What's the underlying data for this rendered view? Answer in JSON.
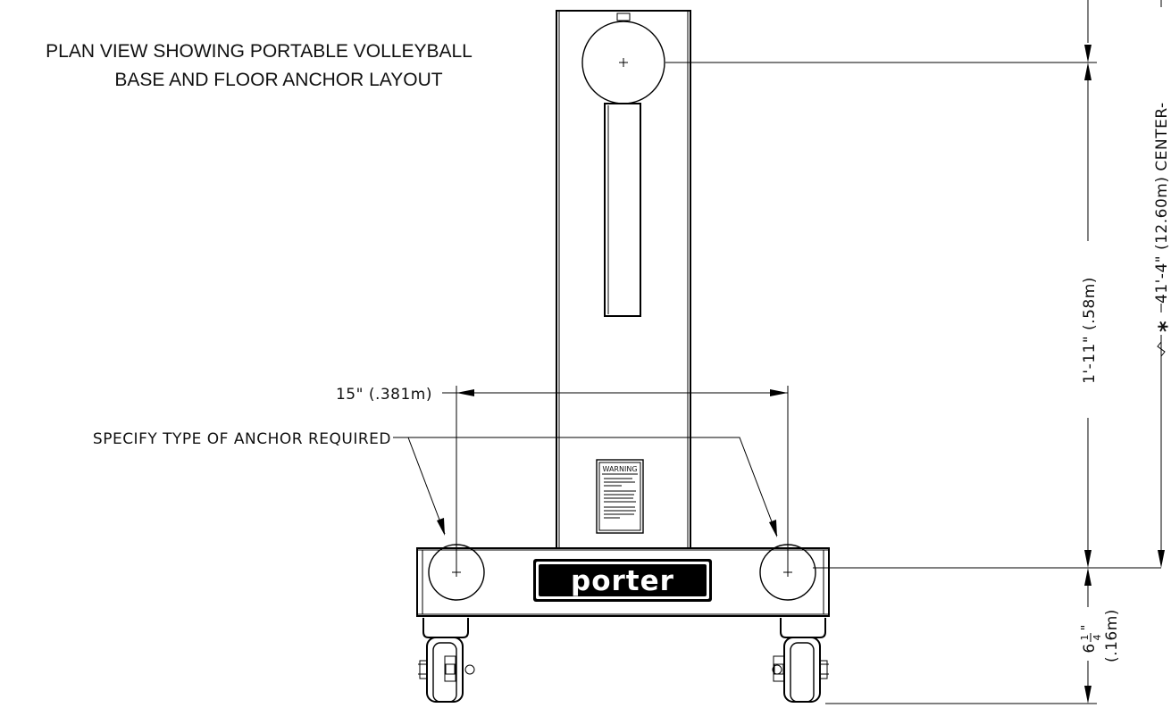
{
  "drawing": {
    "title_line1": "PLAN VIEW SHOWING PORTABLE VOLLEYBALL",
    "title_line2": "BASE AND FLOOR ANCHOR LAYOUT",
    "anchor_note": "SPECIFY TYPE OF ANCHOR REQUIRED",
    "brand_logo": "porter",
    "warning_label": {
      "heading": "WARNING"
    }
  },
  "dimensions": {
    "anchor_spacing": "15\" (.381m)",
    "post_to_anchor": "1'-11\" (.58m)",
    "base_offset_whole": "6",
    "base_offset_fraction_num": "1",
    "base_offset_fraction_den": "4",
    "base_offset_inch_mark": "\"",
    "base_offset_metric": "(.16m)",
    "center_dimension": "41'-4\" (12.60m) CENTER-",
    "center_asterisk": "*"
  }
}
